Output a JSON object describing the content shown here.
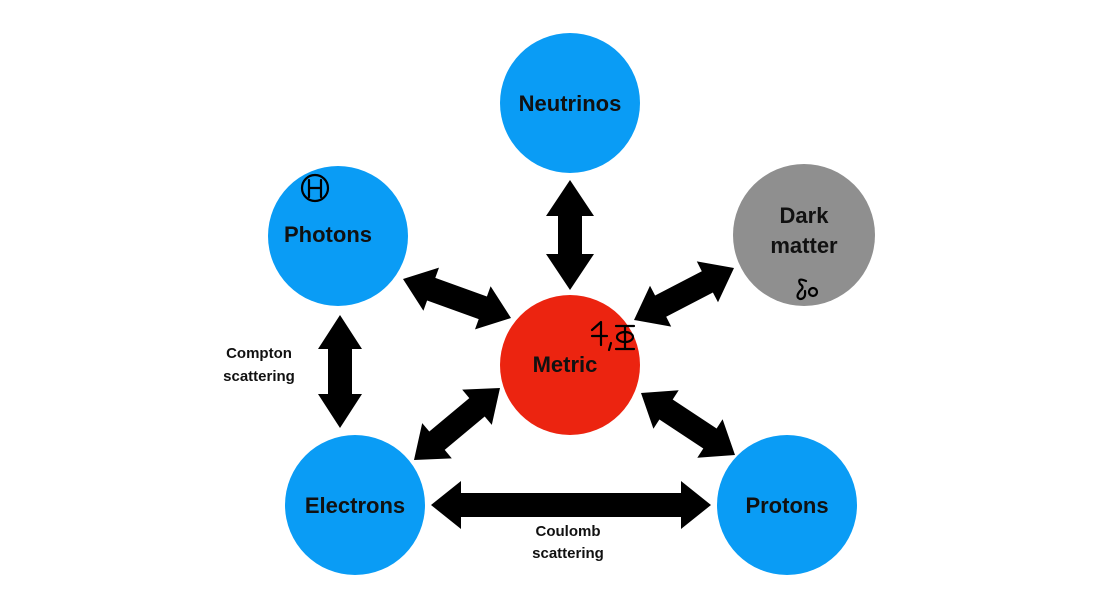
{
  "colors": {
    "blue": "#0a9cf5",
    "red": "#ec2410",
    "gray": "#8f8f8f",
    "arrow": "#000000"
  },
  "nodes": {
    "neutrinos": "Neutrinos",
    "photons": "Photons",
    "dark_matter_line1": "Dark",
    "dark_matter_line2": "matter",
    "metric": "Metric",
    "electrons": "Electrons",
    "protons": "Protons"
  },
  "edge_labels": {
    "compton_line1": "Compton",
    "compton_line2": "scattering",
    "coulomb_line1": "Coulomb",
    "coulomb_line2": "scattering"
  }
}
